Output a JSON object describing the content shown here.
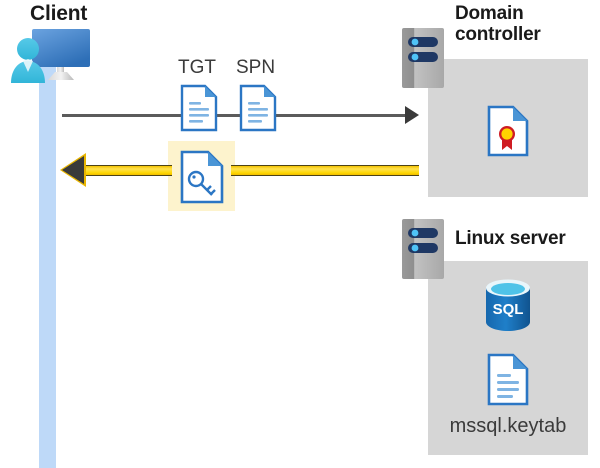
{
  "diagram": {
    "title": "Kerberos authentication flow between client, domain controller and Linux server",
    "type": "sequence-flow"
  },
  "client": {
    "label": "Client",
    "icon": "user-workstation-icon",
    "lifeline_color": "#bed9f8"
  },
  "messages": [
    {
      "id": "request",
      "direction": "right",
      "style": "gray-line",
      "color": "#5b5b5b",
      "artifacts": [
        {
          "label": "TGT",
          "icon": "document-icon"
        },
        {
          "label": "SPN",
          "icon": "document-icon"
        }
      ]
    },
    {
      "id": "response",
      "direction": "left",
      "style": "yellow-arrow",
      "color": "#fdd600",
      "highlighted": true,
      "highlight_color": "#fdf3cd",
      "artifacts": [
        {
          "label": "",
          "icon": "document-key-icon"
        }
      ]
    }
  ],
  "nodes": [
    {
      "id": "domain-controller",
      "title_line1": "Domain",
      "title_line2": "controller",
      "icon": "server-rack-icon",
      "panel_color": "#d6d6d6",
      "contents": [
        {
          "icon": "certificate-document-icon",
          "caption": ""
        }
      ]
    },
    {
      "id": "linux-server",
      "title_line1": "Linux server",
      "title_line2": "",
      "icon": "server-rack-icon",
      "panel_color": "#d6d6d6",
      "contents": [
        {
          "icon": "sql-database-icon",
          "caption": "SQL"
        },
        {
          "icon": "document-icon",
          "caption": "mssql.keytab"
        }
      ]
    }
  ]
}
